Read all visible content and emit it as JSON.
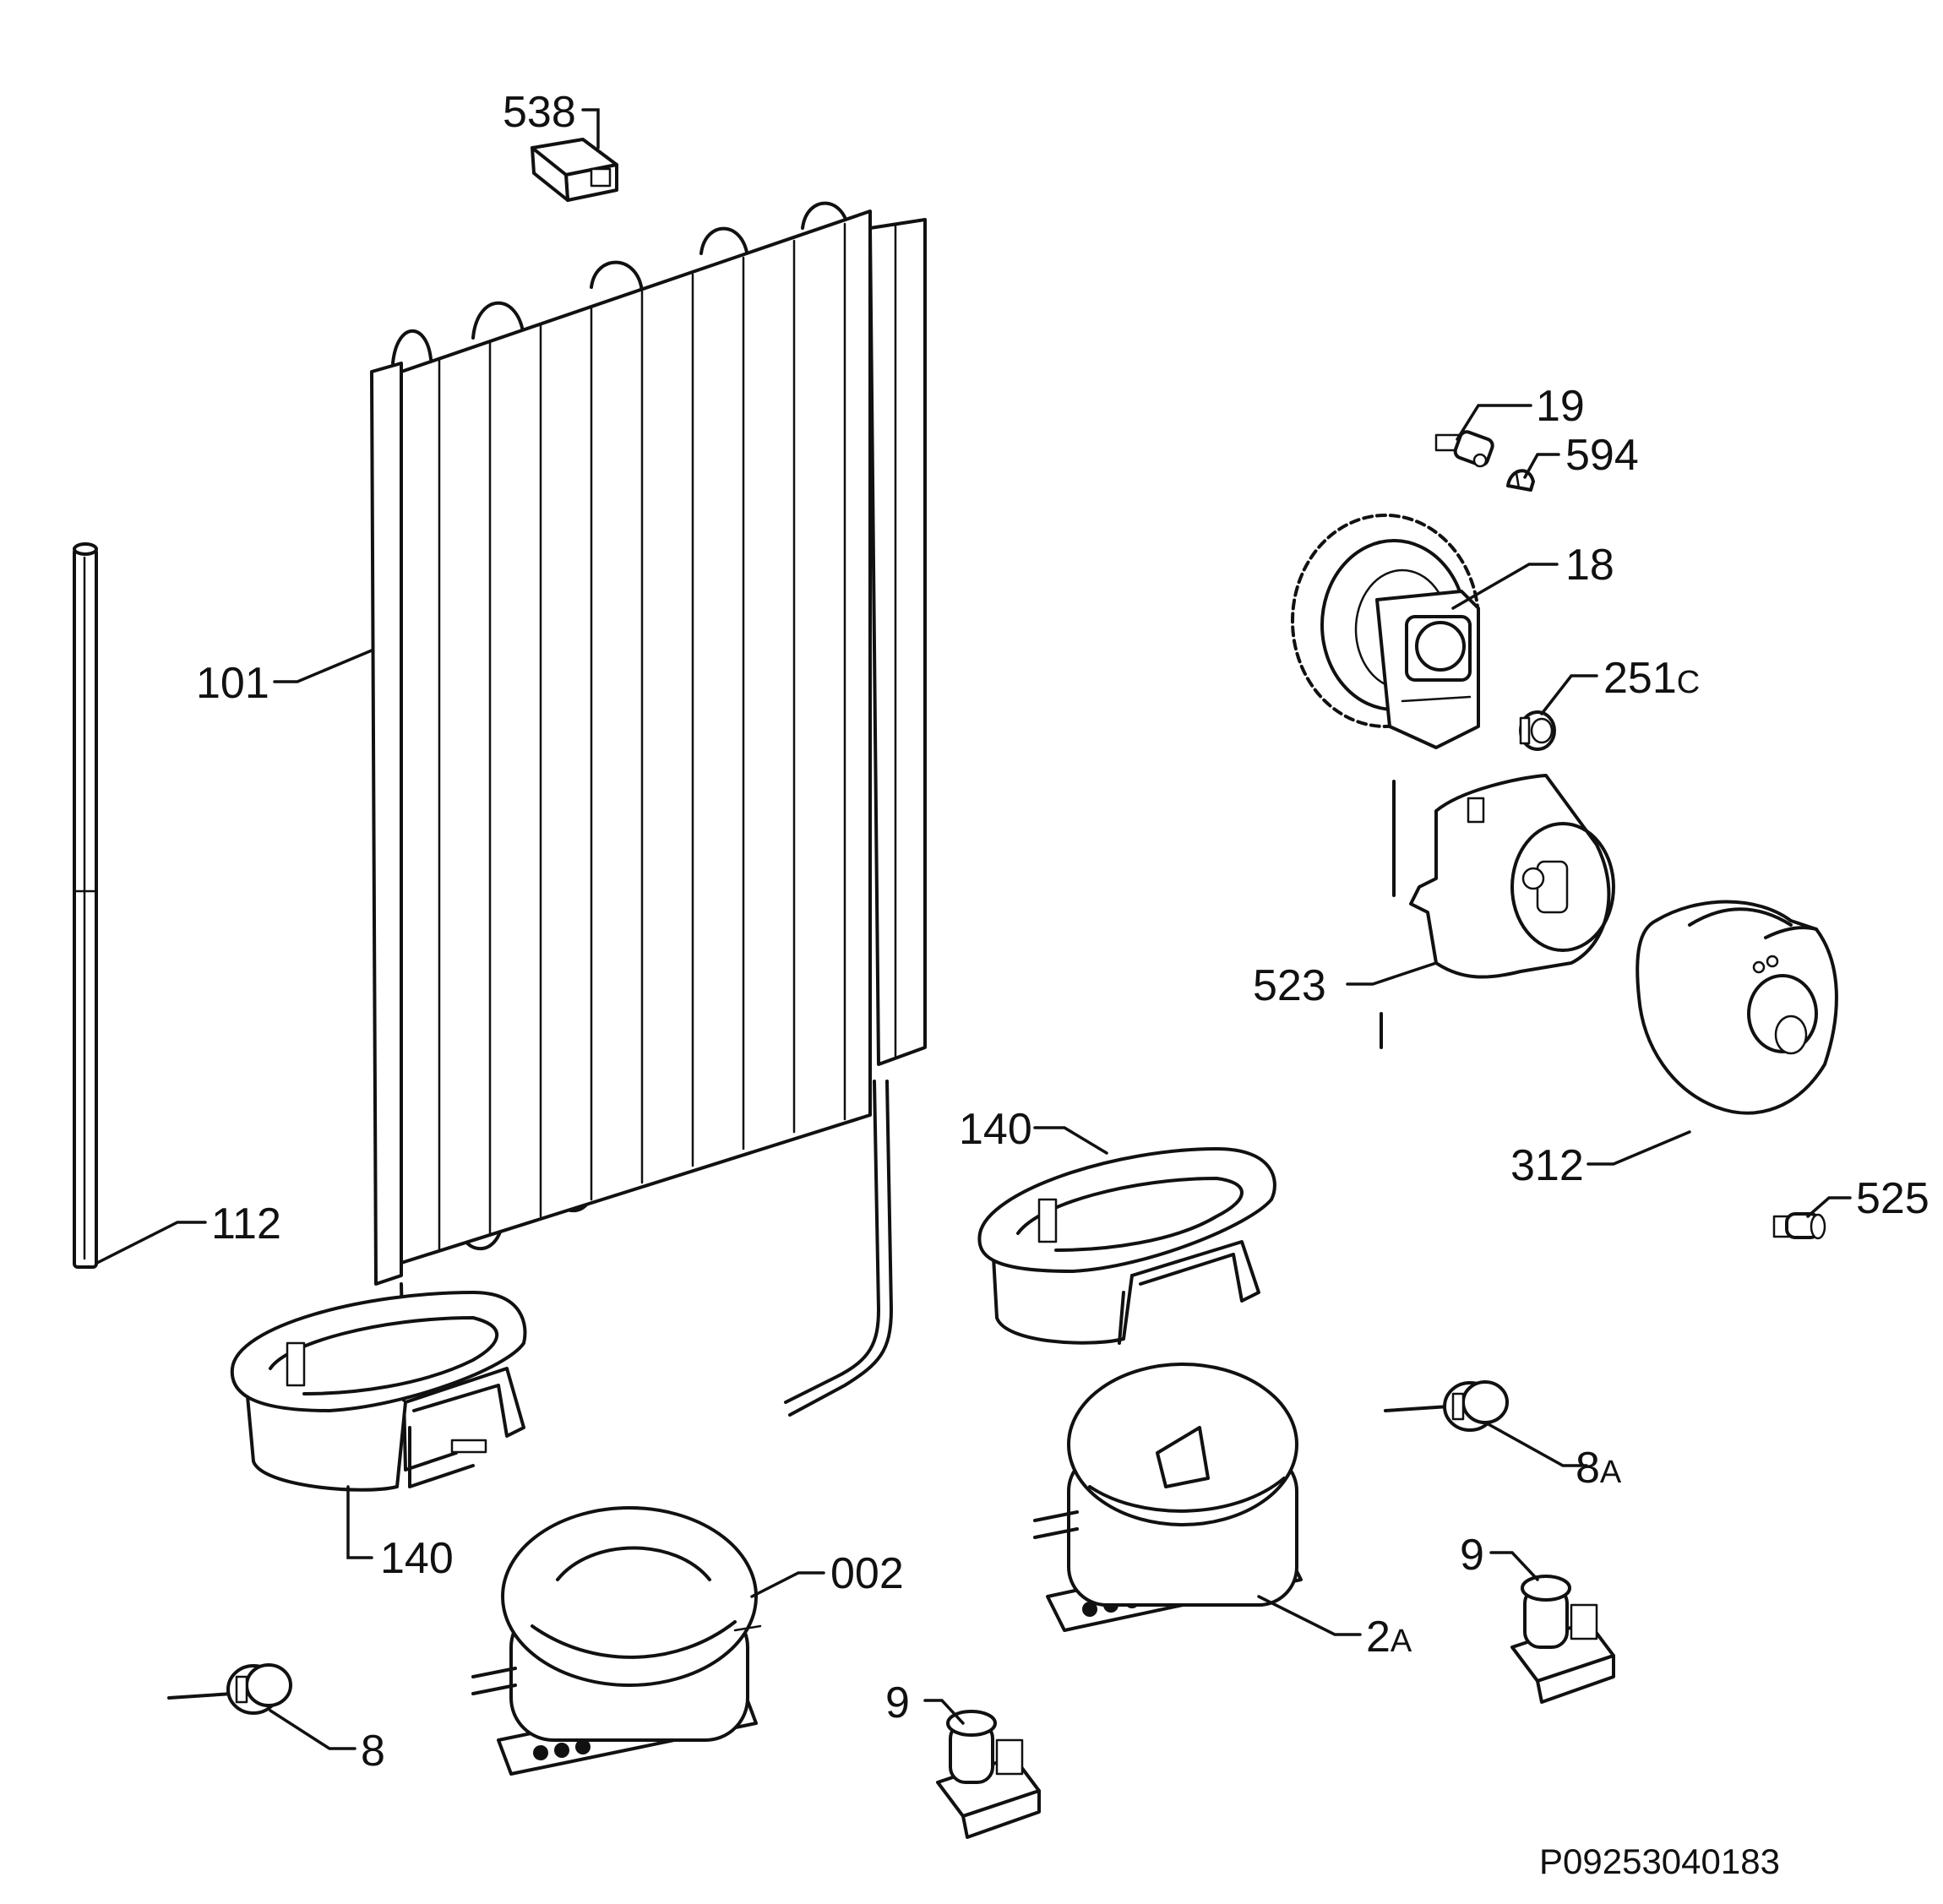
{
  "callouts": [
    {
      "id": "538",
      "text": "538"
    },
    {
      "id": "19",
      "text": "19"
    },
    {
      "id": "594",
      "text": "594"
    },
    {
      "id": "18",
      "text": "18"
    },
    {
      "id": "251c",
      "text": "251",
      "suffix": "C"
    },
    {
      "id": "101",
      "text": "101"
    },
    {
      "id": "523",
      "text": "523"
    },
    {
      "id": "312",
      "text": "312"
    },
    {
      "id": "140-right",
      "text": "140"
    },
    {
      "id": "525",
      "text": "525"
    },
    {
      "id": "112",
      "text": "112"
    },
    {
      "id": "8a",
      "text": "8",
      "suffix": "A"
    },
    {
      "id": "140-left",
      "text": "140"
    },
    {
      "id": "002",
      "text": "002"
    },
    {
      "id": "9-right",
      "text": "9"
    },
    {
      "id": "2a",
      "text": "2",
      "suffix": "A"
    },
    {
      "id": "9-bottom",
      "text": "9"
    },
    {
      "id": "8",
      "text": "8"
    }
  ],
  "drawing_number": "P09253040183"
}
